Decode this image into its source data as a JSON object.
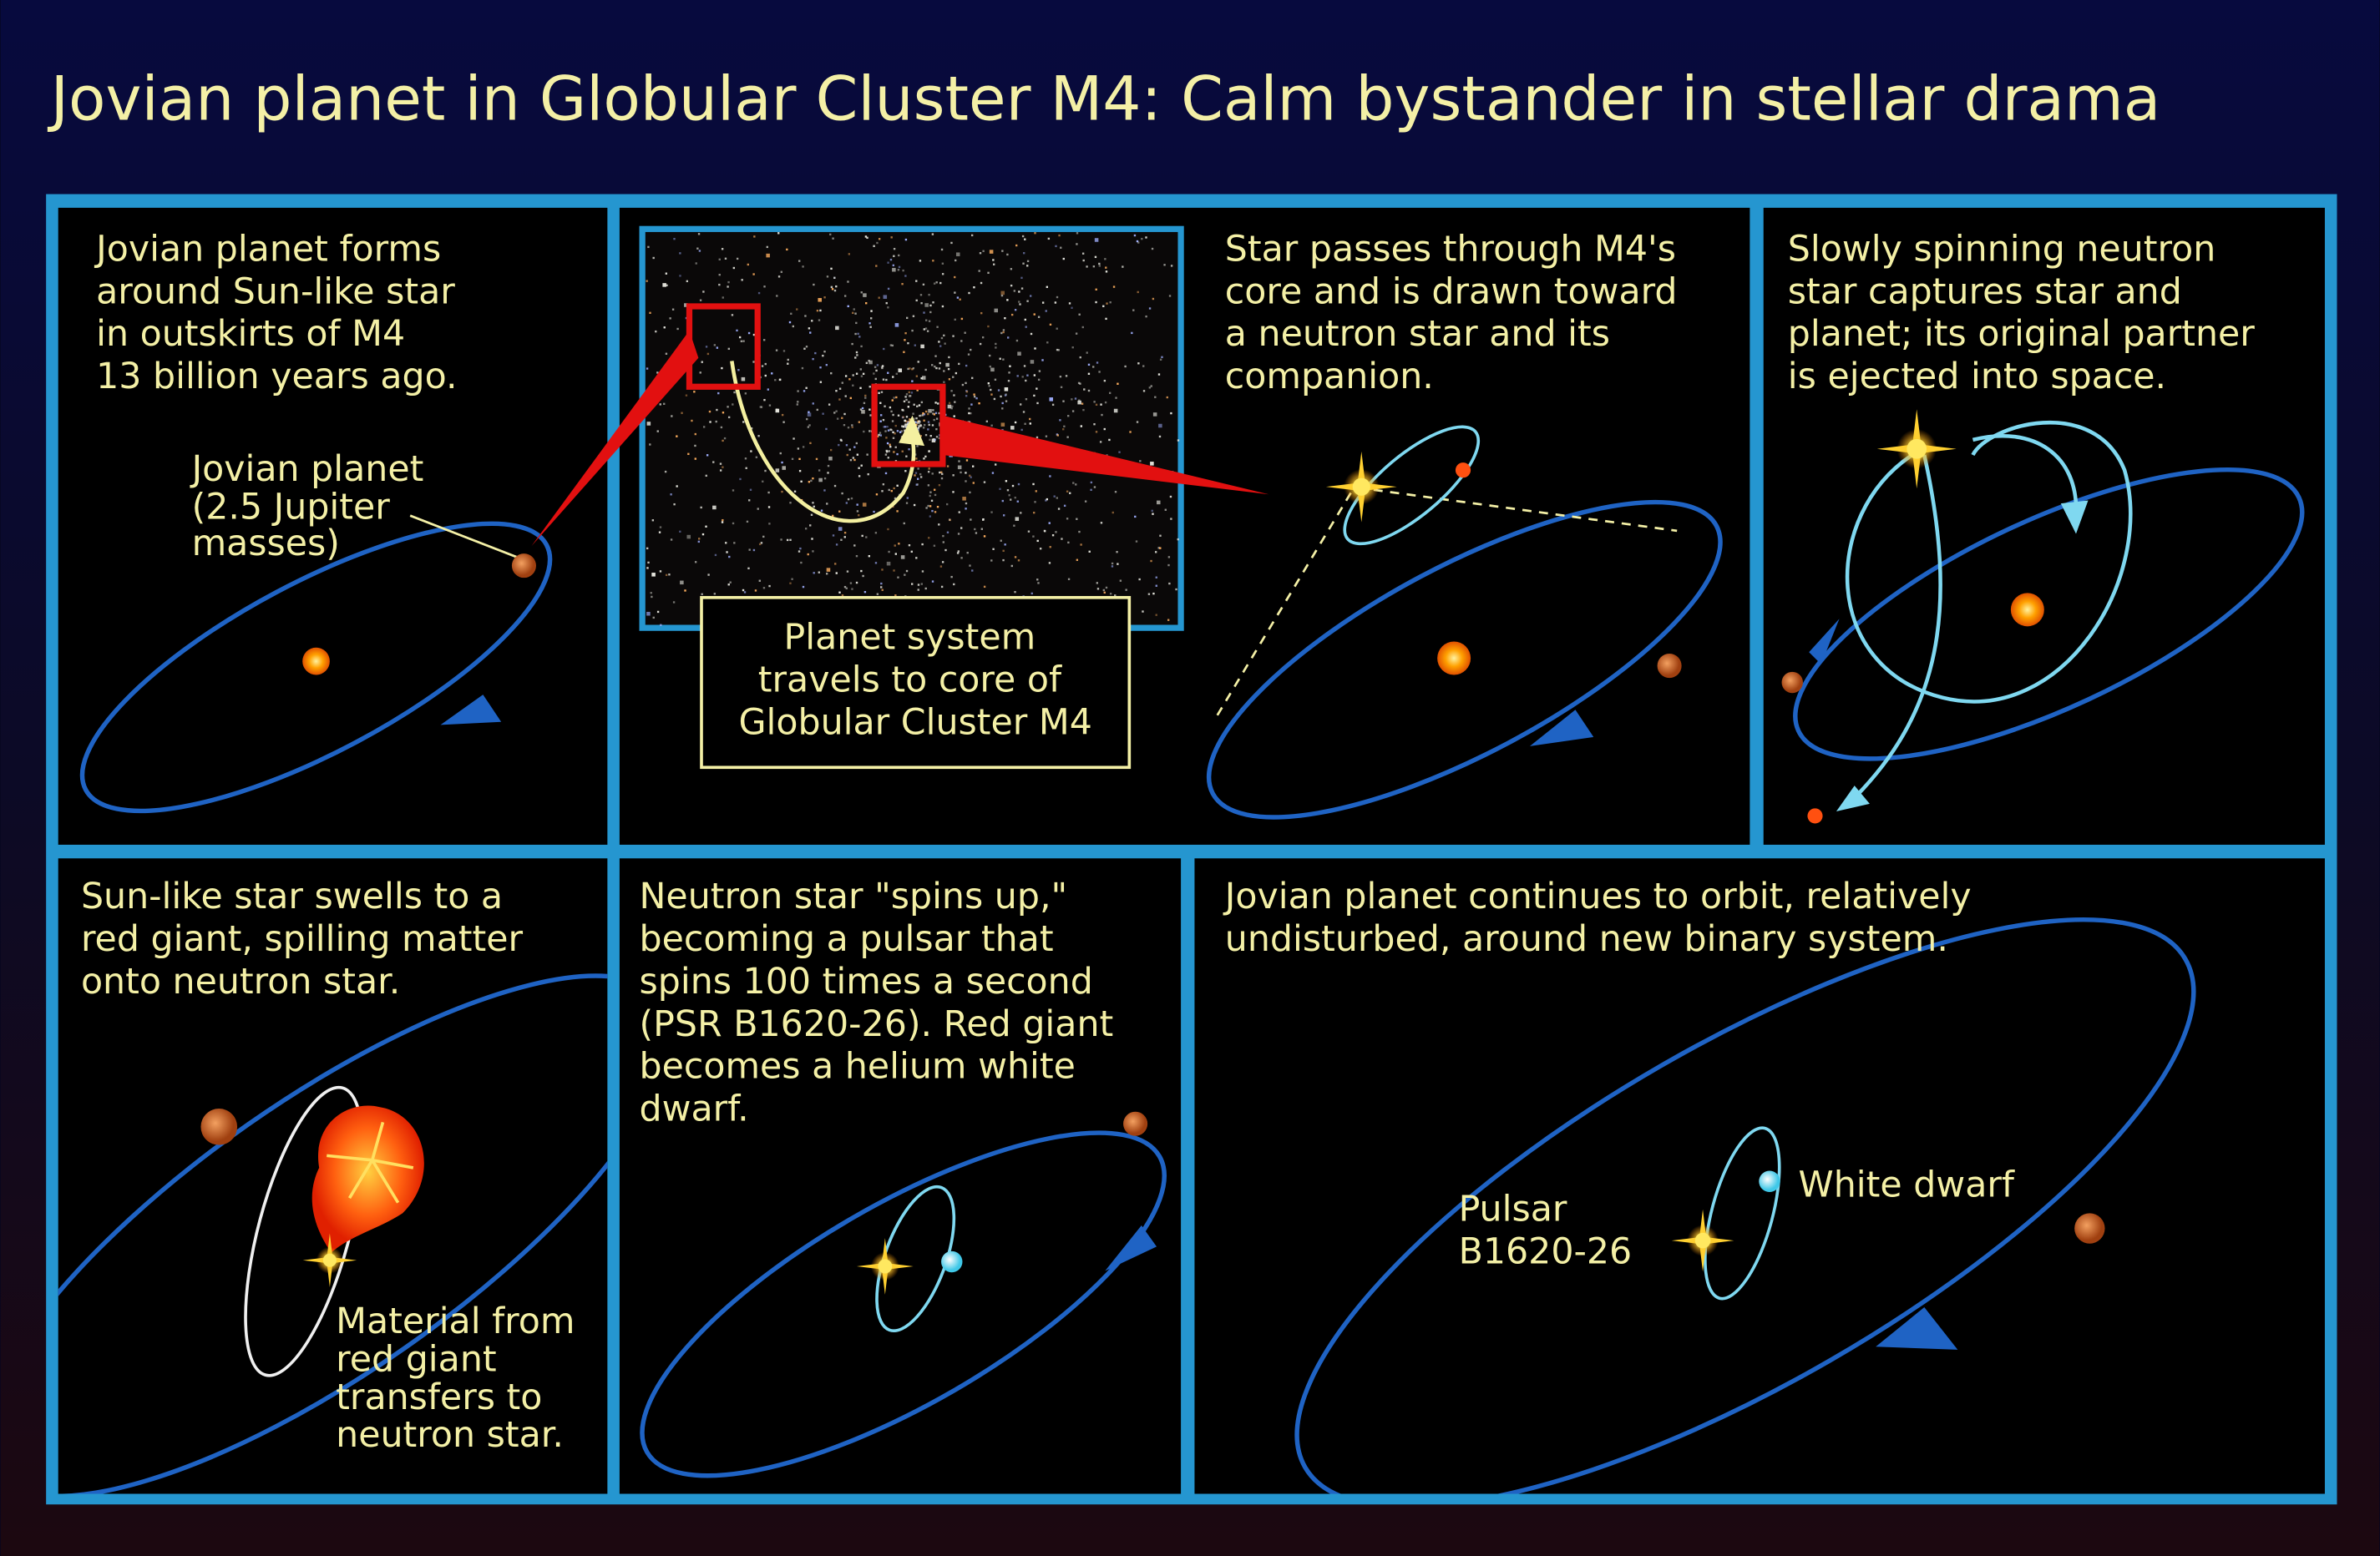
{
  "title": "Jovian planet in Globular Cluster M4: Calm bystander in stellar drama",
  "colors": {
    "frame": "#2596d0",
    "text": "#f4f0a6",
    "orbit": "#1f63c4",
    "inner_orbit": "#7fd8f0",
    "pointer": "#e21010"
  },
  "panels": {
    "p1": {
      "lines": [
        "Jovian planet forms",
        "around Sun-like star",
        "in outskirts of M4",
        "13 billion years ago."
      ],
      "label": [
        "Jovian planet",
        "(2.5 Jupiter",
        "masses)"
      ]
    },
    "p2": {
      "box": [
        "Planet system",
        "travels to core of",
        "Globular Cluster M4"
      ]
    },
    "p3": {
      "lines": [
        "Star passes through M4's",
        "core and is drawn toward",
        "a neutron star and its",
        "companion."
      ]
    },
    "p4": {
      "lines": [
        "Slowly spinning neutron",
        "star captures star and",
        "planet; its original partner",
        "is ejected into space."
      ]
    },
    "p5": {
      "lines": [
        "Sun-like star swells to a",
        "red giant, spilling matter",
        "onto neutron star."
      ],
      "label": [
        "Material from",
        "red giant",
        "transfers to",
        "neutron star."
      ]
    },
    "p6": {
      "lines": [
        "Neutron star \"spins up,\"",
        "becoming a pulsar that",
        "spins 100 times a second",
        "(PSR B1620-26). Red giant",
        "becomes a helium white",
        "dwarf."
      ]
    },
    "p7": {
      "lines": [
        "Jovian planet continues to orbit, relatively",
        "undisturbed, around new binary system."
      ],
      "pulsar": [
        "Pulsar",
        "B1620-26"
      ],
      "white_dwarf": "White dwarf"
    }
  }
}
